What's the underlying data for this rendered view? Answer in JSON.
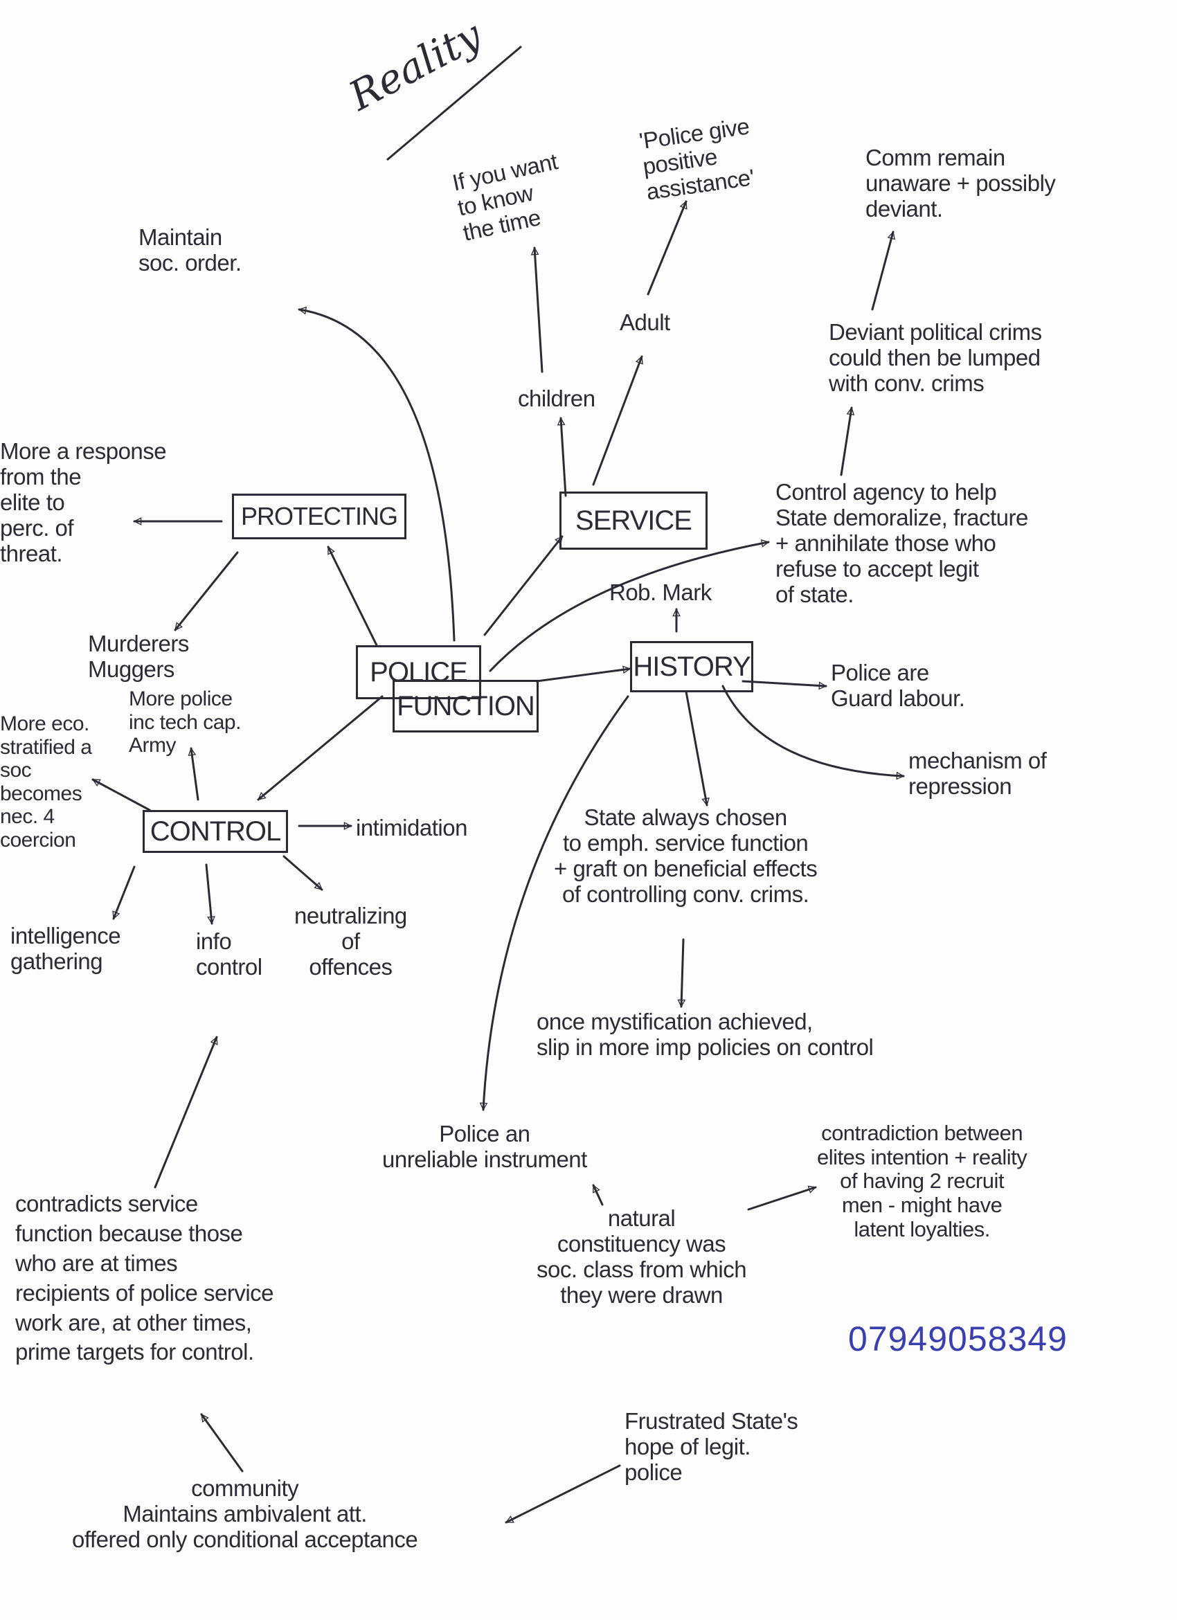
{
  "title": "Reality",
  "central": {
    "line1": "POLICE",
    "line2": "FUNCTION"
  },
  "branches": {
    "protecting": "PROTECTING",
    "service": "SERVICE",
    "history": "HISTORY",
    "control": "CONTROL"
  },
  "notes": {
    "maintain": "Maintain\nsoc. order.",
    "time": "If you want\nto know\nthe time",
    "assistance": "'Police give\npositive\nassistance'",
    "comm": "Comm remain\nunaware + possibly\ndeviant.",
    "deviant": "Deviant political crims\ncould then be lumped\nwith conv. crims",
    "adult": "Adult",
    "children": "children",
    "response": "More a response\nfrom the\nelite to\nperc. of\nthreat.",
    "agency": "Control agency to help\nState demoralize, fracture\n+ annihilate those who\nrefuse to accept legit\nof state.",
    "robmark": "Rob. Mark",
    "guard": "Police are\nGuard labour.",
    "mechanism": "mechanism of\nrepression",
    "murderers": "Murderers\nMuggers",
    "army": "More police\ninc tech cap.\nArmy",
    "eco": "More eco.\nstratified a\nsoc\nbecomes\nnec. 4\ncoercion",
    "intimidation": "intimidation",
    "intelligence": "intelligence\ngathering",
    "info": "info\ncontrol",
    "neutralizing": "neutralizing\nof\noffences",
    "stateChosen": "State always chosen\nto emph. service function\n+ graft on beneficial effects\nof controlling conv. crims.",
    "mystification": "once mystification achieved,\nslip in more imp policies on control",
    "unreliable": "Police an\nunreliable instrument",
    "natural": "natural\nconstituency was\nsoc. class from which\nthey were drawn",
    "contradiction": "contradiction between\nelites intention + reality\nof having 2 recruit\nmen - might have\nlatent loyalties.",
    "contradicts": "contradicts service\nfunction because those\nwho are at times\nrecipients of police service\nwork are, at other times,\nprime targets for control.",
    "frustrated": "Frustrated State's\nhope of legit.\npolice",
    "community": "community\nMaintains ambivalent att.\noffered only conditional acceptance"
  },
  "phone": "07949058349",
  "colors": {
    "ink": "#2b2b36",
    "blue_ink": "#3a3fb0",
    "paper": "#fdfdfd"
  }
}
